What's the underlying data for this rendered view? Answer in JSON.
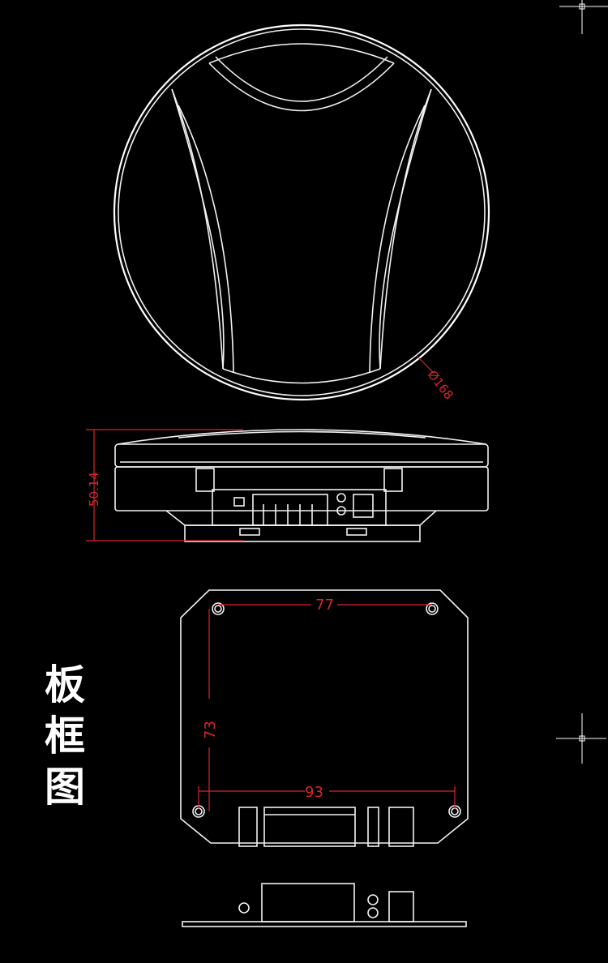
{
  "title_chars": [
    "板",
    "框",
    "图"
  ],
  "dimensions": {
    "diameter": "Ø168",
    "height": "50.14",
    "hole_width_top": "77",
    "hole_height": "73",
    "hole_width_bottom": "93"
  },
  "colors": {
    "background": "#000000",
    "line": "#f2f2f2",
    "dimension": "#d8262c"
  }
}
